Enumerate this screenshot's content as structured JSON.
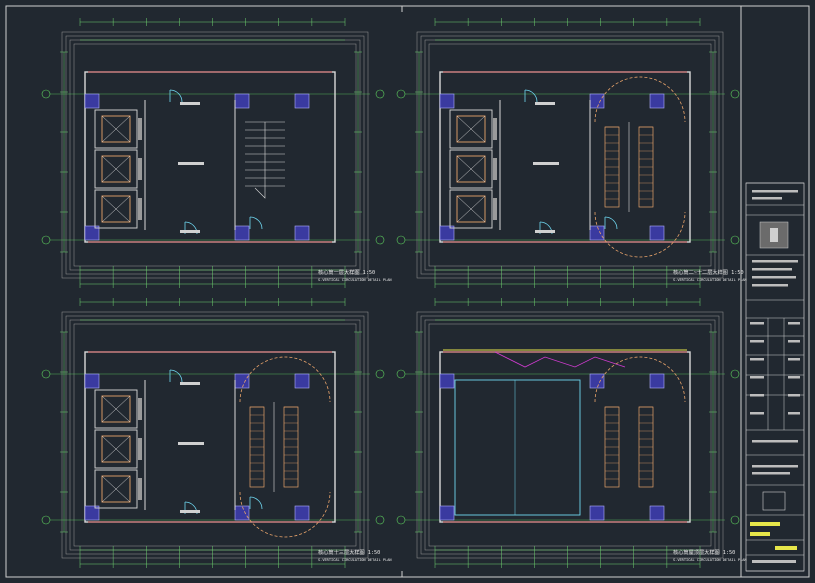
{
  "drawing": {
    "colors": {
      "background": "#212830",
      "wall": "#d9d9d9",
      "dimension": "#6fd36f",
      "grid_axis": "#5fd35f",
      "elevator_box": "#e8a36a",
      "column_fill": "#3a3aa0",
      "door": "#6fd7f0",
      "red_line": "#d23b3b",
      "magenta": "#d23bd2",
      "yellow": "#e6e64a",
      "text": "#e8e8e8"
    },
    "plans": [
      {
        "id": "plan-1",
        "title": "核心筒一层大样图 1:50",
        "subtitle": "S-VERTICAL CIRCULATION DETAIL PLAN",
        "type": "elevator-stair",
        "stair": "straight"
      },
      {
        "id": "plan-2",
        "title": "核心筒二~十二层大样图 1:50",
        "subtitle": "S-VERTICAL CIRCULATION DETAIL PLAN",
        "type": "elevator-stair",
        "stair": "arc"
      },
      {
        "id": "plan-3",
        "title": "核心筒十三层大样图 1:50",
        "subtitle": "S-VERTICAL CIRCULATION DETAIL PLAN",
        "type": "elevator-stair",
        "stair": "arc"
      },
      {
        "id": "plan-4",
        "title": "核心筒屋顶层大样图 1:50",
        "subtitle": "S-VERTICAL CIRCULATION DETAIL PLAN",
        "type": "roof",
        "stair": "arc"
      }
    ],
    "title_block": {
      "rows": 12
    }
  }
}
